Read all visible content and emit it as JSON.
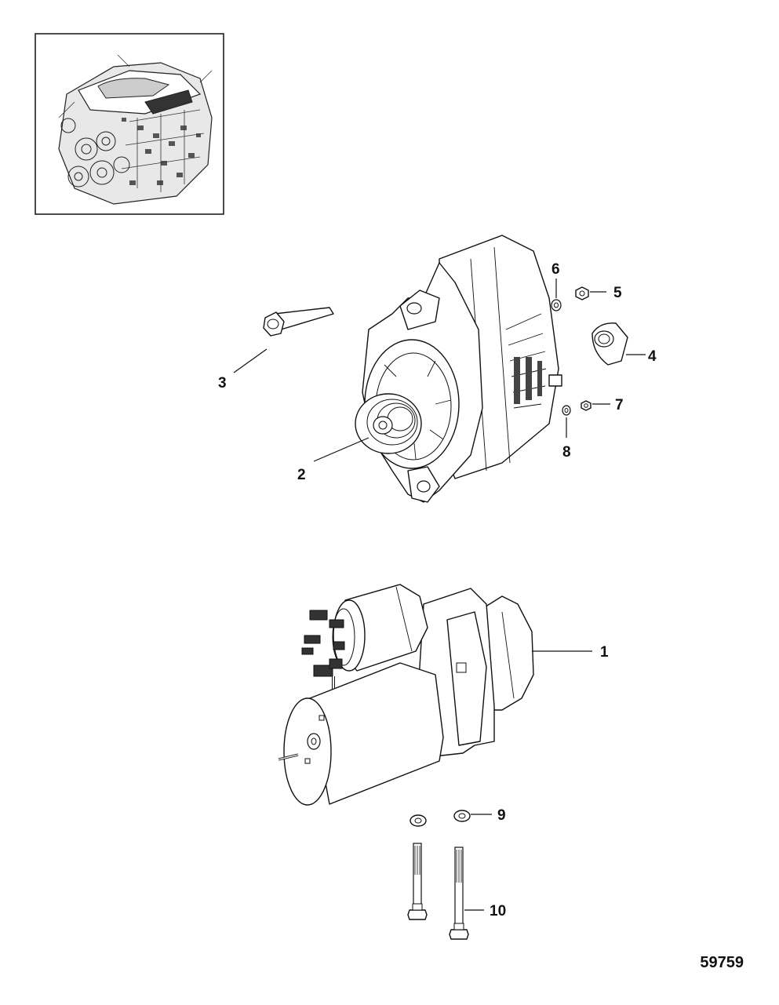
{
  "figure_number": "59759",
  "inset": {
    "subject": "engine-overview"
  },
  "callouts": [
    {
      "id": "c1",
      "label": "1"
    },
    {
      "id": "c2",
      "label": "2"
    },
    {
      "id": "c3",
      "label": "3"
    },
    {
      "id": "c4",
      "label": "4"
    },
    {
      "id": "c5",
      "label": "5"
    },
    {
      "id": "c6",
      "label": "6"
    },
    {
      "id": "c7",
      "label": "7"
    },
    {
      "id": "c8",
      "label": "8"
    },
    {
      "id": "c9",
      "label": "9"
    },
    {
      "id": "c10",
      "label": "10"
    }
  ],
  "parts": {
    "starter": "starter-motor",
    "alternator": "alternator",
    "bolt": "alternator-bolt",
    "boot": "terminal-boot",
    "nuts": "terminal-nut",
    "washers": "washer",
    "studs": "starter-stud"
  }
}
